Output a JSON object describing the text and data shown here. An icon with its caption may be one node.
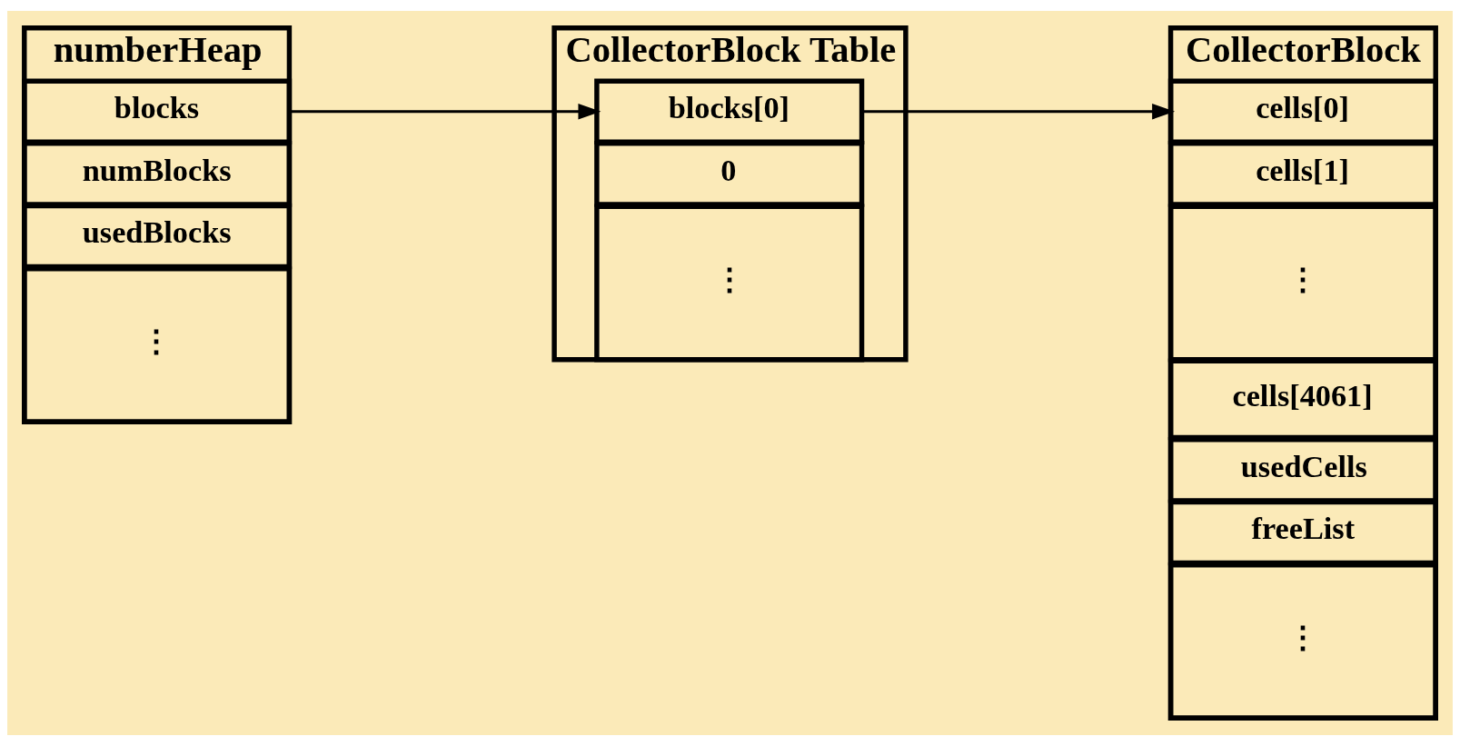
{
  "diagram": {
    "nodes": [
      {
        "text": [
          "numberHeap"
        ]
      },
      {
        "text": [
          "blocks"
        ],
        "in": 0
      },
      {
        "text": [
          "numBlocks"
        ],
        "in": 0
      },
      {
        "text": [
          "usedBlocks"
        ],
        "in": 0
      },
      {
        "text": [
          "⋮"
        ],
        "in": 0
      },
      {
        "text": [
          "CollectorBlock Table"
        ]
      },
      {
        "text": [
          "blocks[0]"
        ],
        "in": 5
      },
      {
        "text": [
          "0"
        ],
        "in": 5
      },
      {
        "text": [
          "⋮"
        ],
        "in": 5
      },
      {
        "text": [
          "CollectorBlock"
        ]
      },
      {
        "text": [
          "cells[0]"
        ],
        "in": 9
      },
      {
        "text": [
          "cells[1]"
        ],
        "in": 9
      },
      {
        "text": [
          "⋮"
        ],
        "in": 9
      },
      {
        "text": [
          "cells[4061]"
        ],
        "in": 9
      },
      {
        "text": [
          "usedCells"
        ],
        "in": 9
      },
      {
        "text": [
          "freeList"
        ],
        "in": 9
      },
      {
        "text": [
          "⋮"
        ],
        "in": 9
      }
    ],
    "edges": [
      {
        "from": 1,
        "to": 6,
        "arrow": "to"
      },
      {
        "from": 6,
        "to": 10,
        "arrow": "to"
      }
    ]
  }
}
